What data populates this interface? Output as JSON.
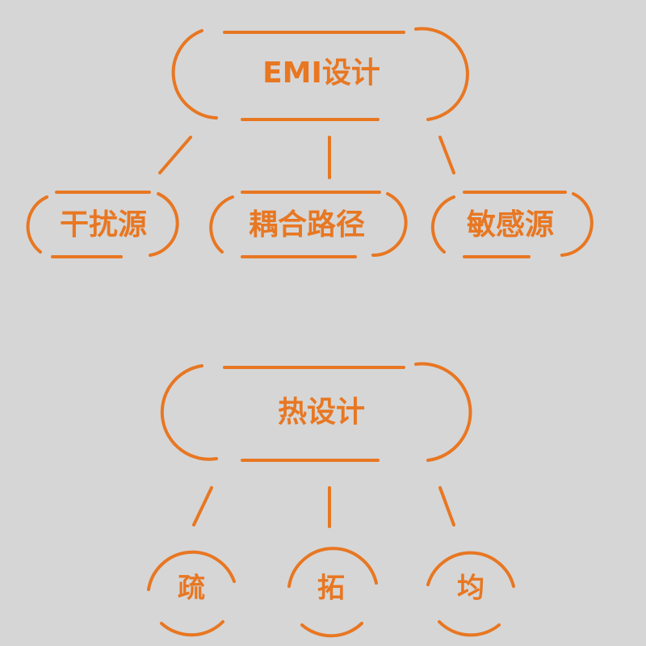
{
  "emi_group": {
    "root": "EMI设计",
    "children": [
      "干扰源",
      "耦合路径",
      "敏感源"
    ]
  },
  "thermal_group": {
    "root": "热设计",
    "children": [
      "疏",
      "拓",
      "均"
    ]
  },
  "colors": {
    "accent": "#e87722",
    "background": "#d6d6d6"
  }
}
